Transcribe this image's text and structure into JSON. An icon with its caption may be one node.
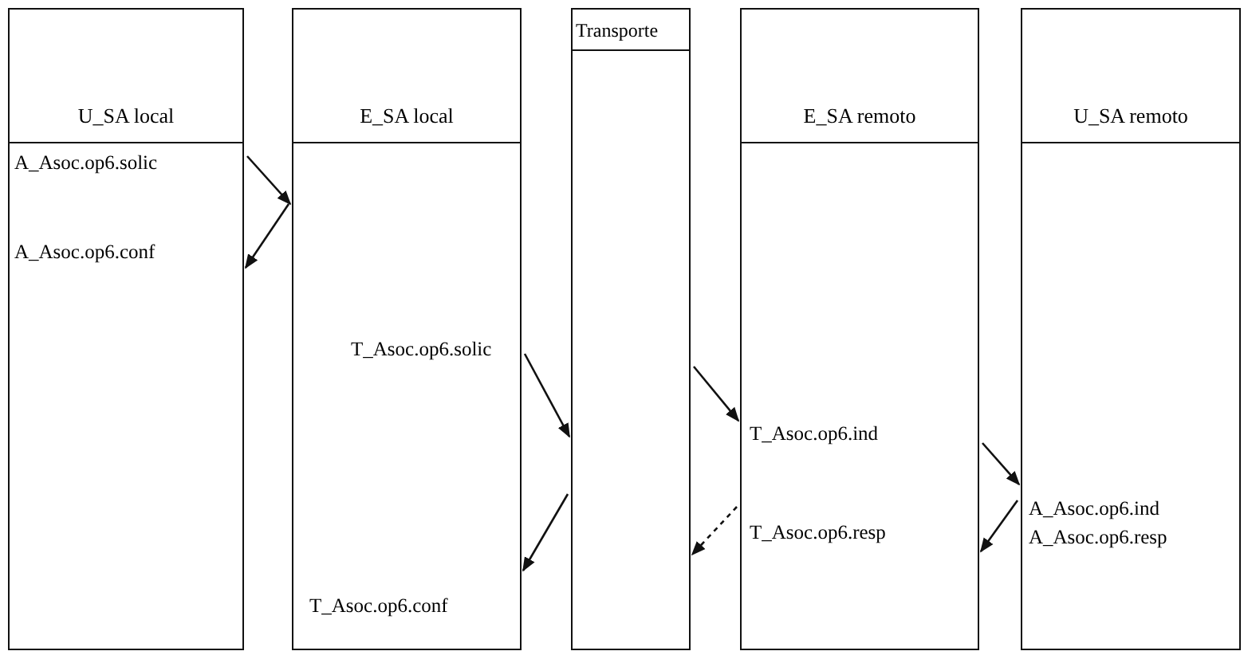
{
  "diagram": {
    "nodes": [
      {
        "text": [
          "U_SA local",
          "A_Asoc.op6.solic",
          "A_Asoc.op6.conf"
        ]
      },
      {
        "text": [
          "E_SA local",
          "T_Asoc.op6.solic",
          "T_Asoc.op6.conf"
        ]
      },
      {
        "text": [
          "Transporte"
        ]
      },
      {
        "text": [
          "E_SA remoto",
          "T_Asoc.op6.ind",
          "T_Asoc.op6.resp"
        ]
      },
      {
        "text": [
          "U_SA remoto",
          "A_Asoc.op6.ind",
          "A_Asoc.op6.resp"
        ]
      }
    ],
    "edges": [
      {
        "from": 0,
        "to": 1,
        "arrow": "to"
      },
      {
        "from": 1,
        "to": 0,
        "arrow": "to"
      },
      {
        "from": 1,
        "to": 2,
        "arrow": "to"
      },
      {
        "from": 2,
        "to": 3,
        "arrow": "to"
      },
      {
        "from": 3,
        "to": 4,
        "arrow": "to"
      },
      {
        "from": 4,
        "to": 3,
        "arrow": "to"
      },
      {
        "from": 3,
        "to": 2,
        "arrow": "to",
        "style": "dashed"
      },
      {
        "from": 2,
        "to": 1,
        "arrow": "to"
      }
    ]
  }
}
